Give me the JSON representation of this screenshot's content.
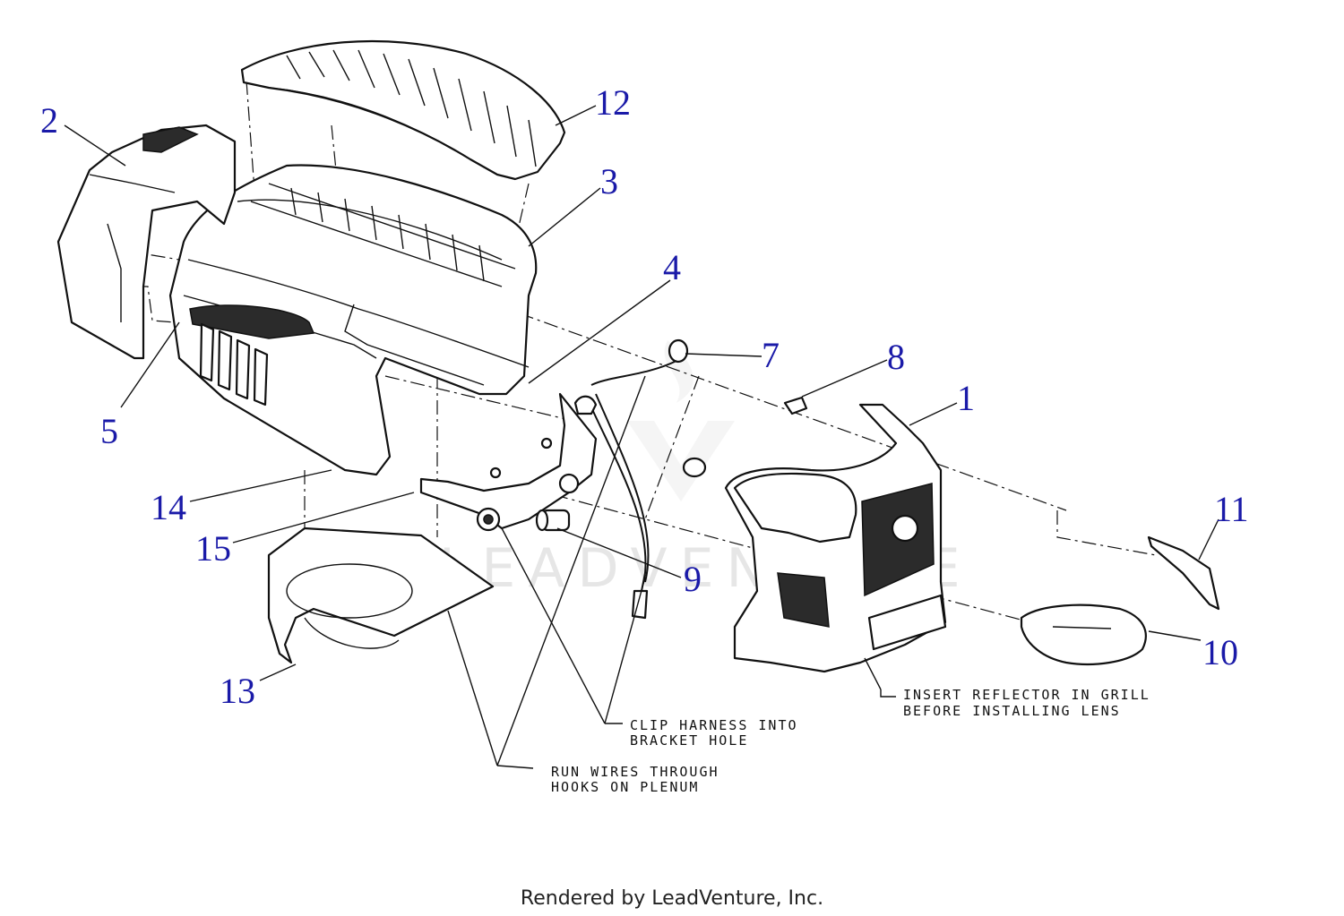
{
  "callouts": [
    {
      "id": "1",
      "label": "1"
    },
    {
      "id": "2",
      "label": "2"
    },
    {
      "id": "3",
      "label": "3"
    },
    {
      "id": "4",
      "label": "4"
    },
    {
      "id": "5",
      "label": "5"
    },
    {
      "id": "7",
      "label": "7"
    },
    {
      "id": "8",
      "label": "8"
    },
    {
      "id": "9",
      "label": "9"
    },
    {
      "id": "10",
      "label": "10"
    },
    {
      "id": "11",
      "label": "11"
    },
    {
      "id": "12",
      "label": "12"
    },
    {
      "id": "13",
      "label": "13"
    },
    {
      "id": "14",
      "label": "14"
    },
    {
      "id": "15",
      "label": "15"
    }
  ],
  "notes": {
    "reflector_line1": "INSERT REFLECTOR IN GRILL",
    "reflector_line2": "BEFORE INSTALLING LENS",
    "clip_line1": "CLIP HARNESS INTO",
    "clip_line2": "BRACKET HOLE",
    "run_line1": "RUN WIRES THROUGH",
    "run_line2": "HOOKS ON PLENUM"
  },
  "watermark": "LEADVENTURE",
  "footer": "Rendered by LeadVenture, Inc.",
  "colors": {
    "callout": "#1a1aa8",
    "line": "#111111",
    "background": "#ffffff"
  }
}
